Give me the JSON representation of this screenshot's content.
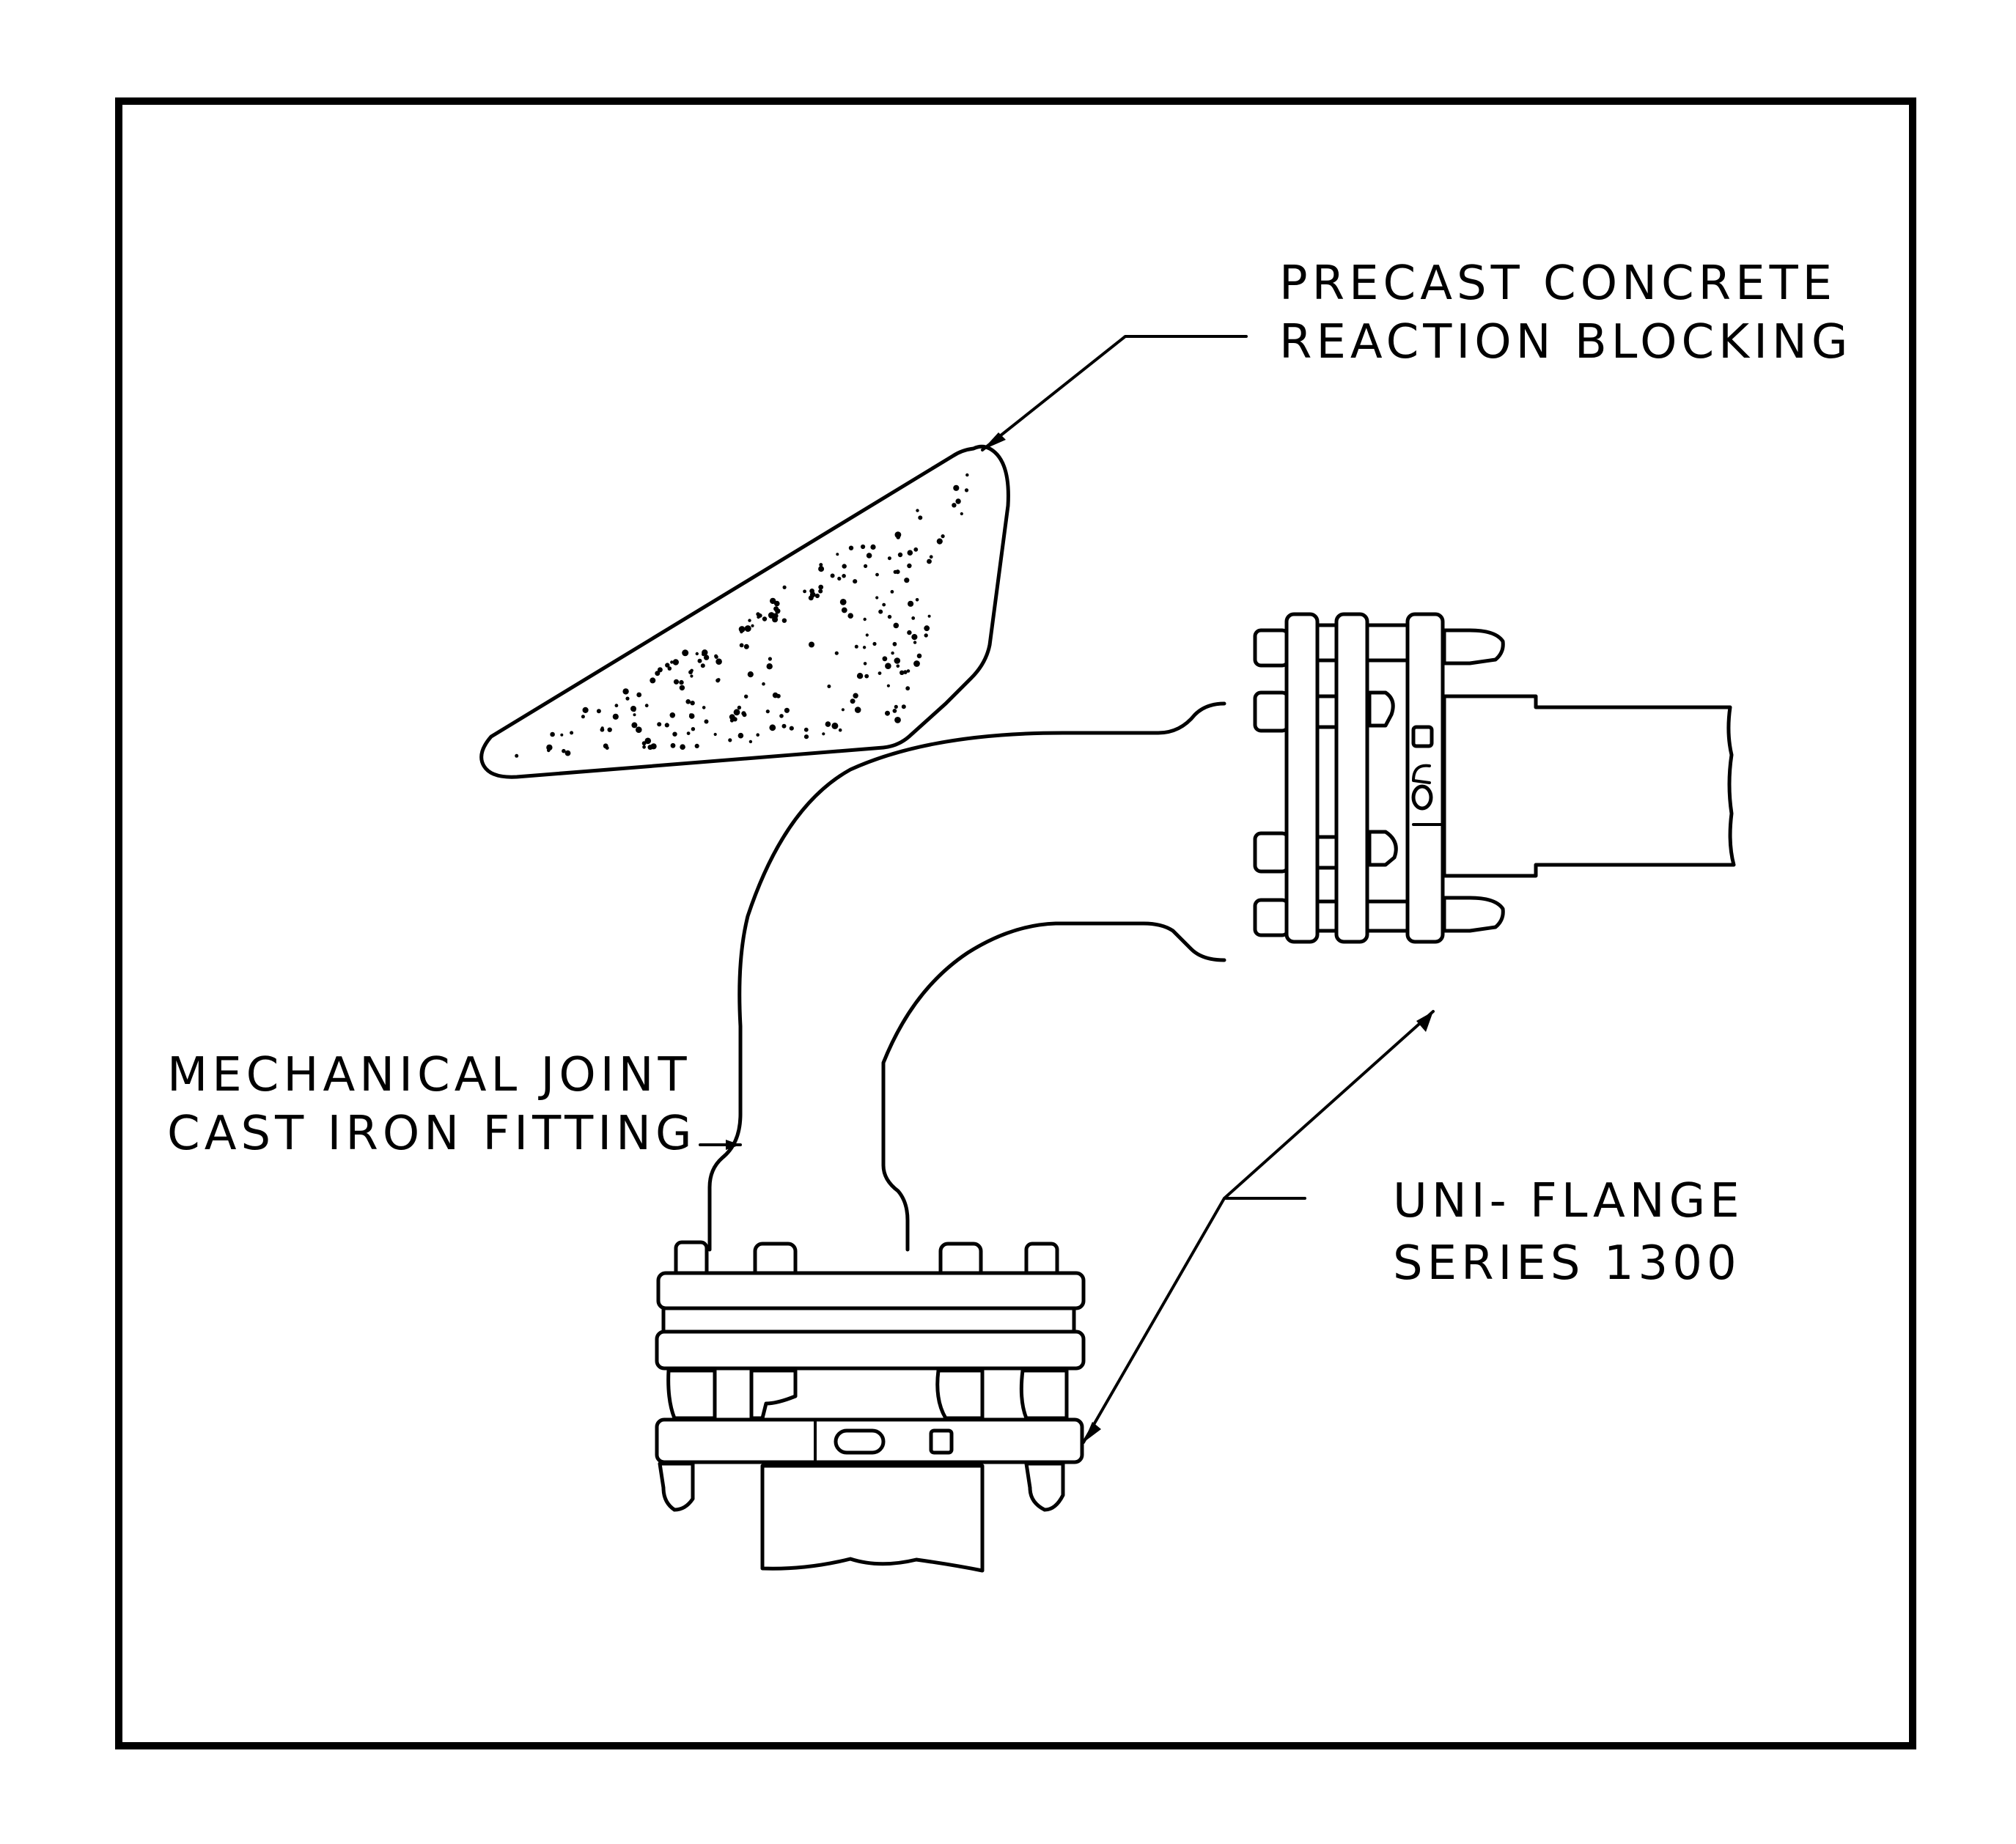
{
  "diagram": {
    "type": "pipe-fitting-detail",
    "labels": {
      "blocking": [
        "PRECAST CONCRETE",
        "REACTION BLOCKING"
      ],
      "fitting": [
        "MECHANICAL JOINT",
        "CAST IRON FITTING"
      ],
      "flange": [
        "UNI- FLANGE",
        "SERIES 1300"
      ]
    },
    "colors": {
      "ink": "#000000",
      "paper": "#ffffff"
    }
  }
}
